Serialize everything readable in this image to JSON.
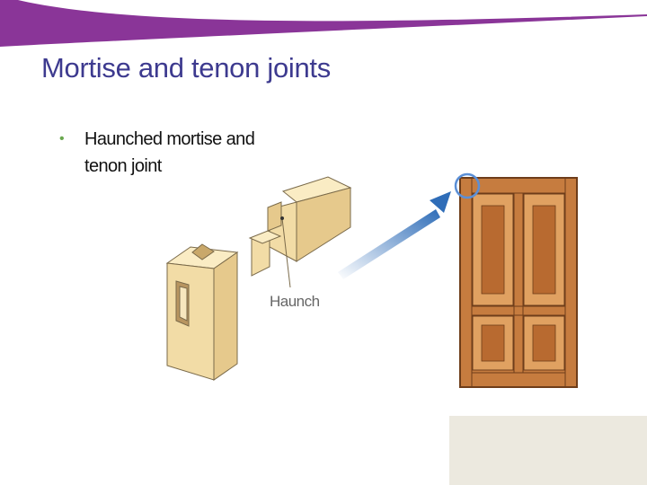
{
  "slide": {
    "title": "Mortise and tenon joints",
    "bullets": [
      {
        "text": "Haunched mortise and tenon joint"
      }
    ],
    "illustration": {
      "callout_label": "Haunch"
    }
  },
  "colors": {
    "title": "#3d3a8f",
    "swoosh": "#8a3598",
    "bullet": "#6aa84f",
    "wood_light": "#f2dca6",
    "door_wood": "#c67c3f",
    "arrow": "#2f6db8",
    "corner_box": "#ece9df"
  }
}
